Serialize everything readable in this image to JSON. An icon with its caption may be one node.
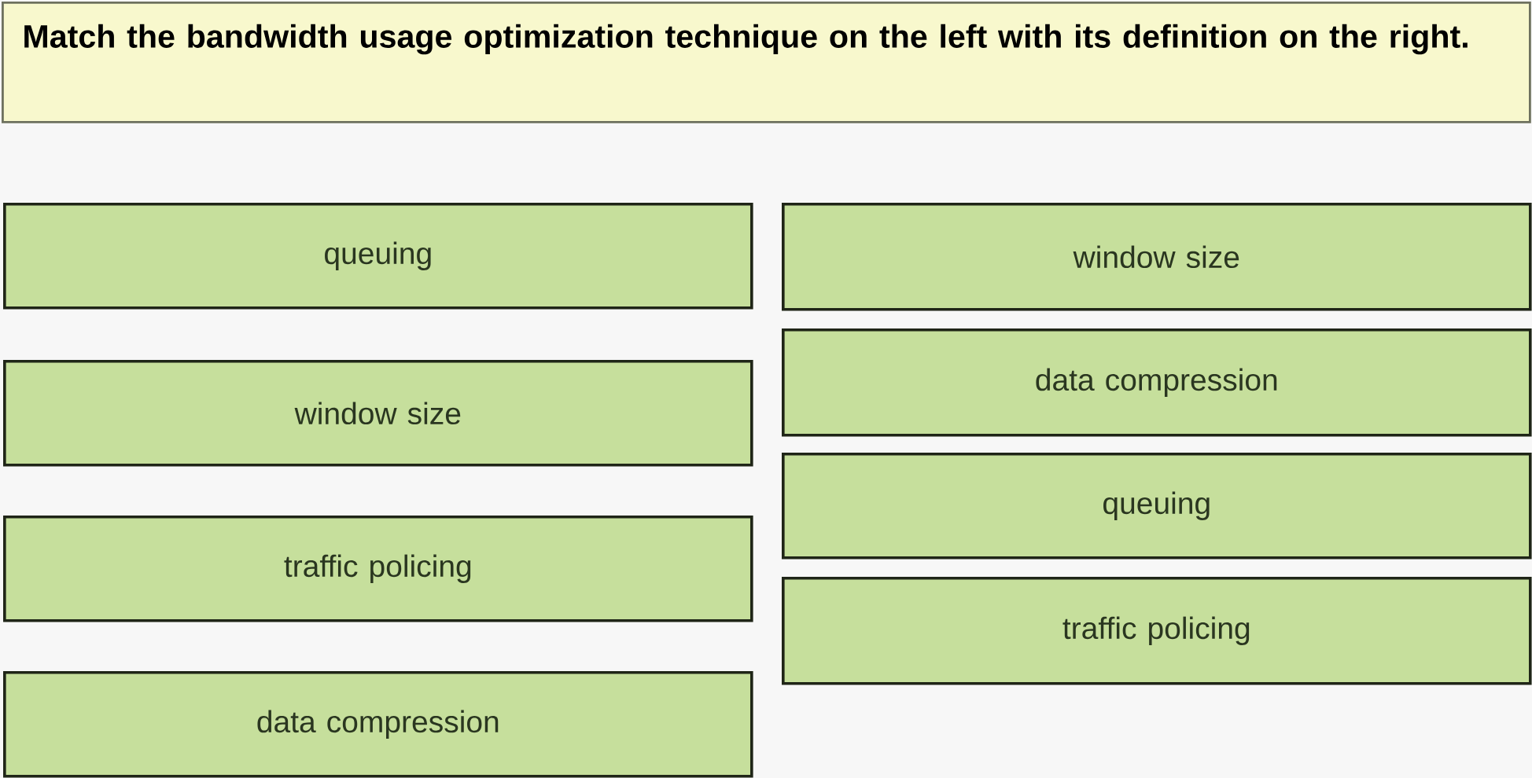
{
  "diagram": {
    "nodes": [
      {
        "text": [
          "Match the bandwidth usage optimization technique on the left with its definition on the right."
        ]
      },
      {
        "text": [
          "queuing"
        ]
      },
      {
        "text": [
          "window size"
        ]
      },
      {
        "text": [
          "traffic policing"
        ]
      },
      {
        "text": [
          "data compression"
        ]
      },
      {
        "text": [
          "window size"
        ]
      },
      {
        "text": [
          "data compression"
        ]
      },
      {
        "text": [
          "queuing"
        ]
      },
      {
        "text": [
          "traffic policing"
        ]
      }
    ]
  }
}
